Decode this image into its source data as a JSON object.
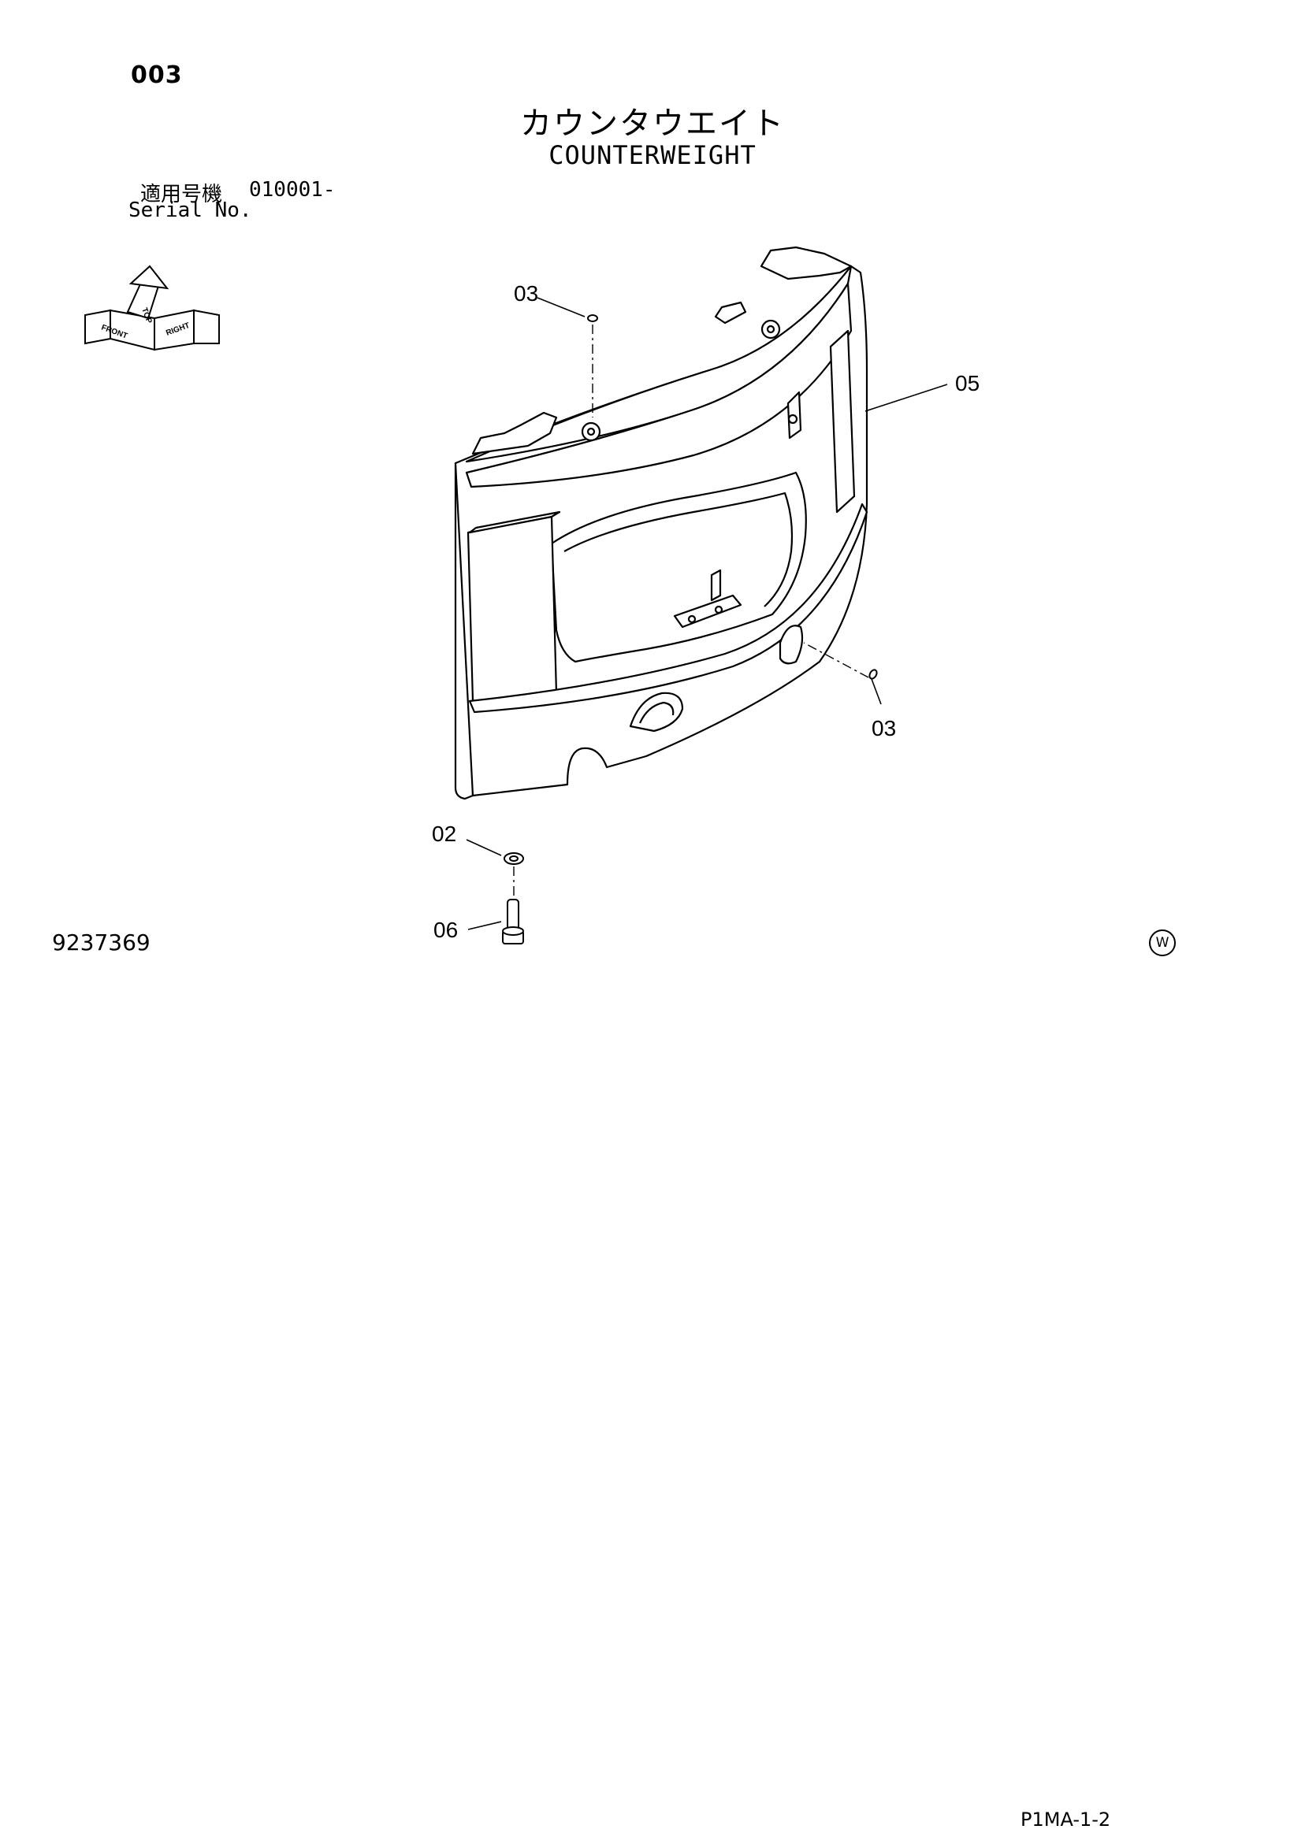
{
  "header": {
    "page_number": "003",
    "title_jp": "カウンタウエイト",
    "title_en": "COUNTERWEIGHT",
    "serial_label_jp": "適用号機",
    "serial_label_en": "Serial No.",
    "serial_value": "010001-"
  },
  "orientation_icon": {
    "labels": [
      "TOP",
      "FRONT",
      "RIGHT"
    ]
  },
  "callouts": [
    {
      "id": "callout-03-top",
      "label": "03"
    },
    {
      "id": "callout-05",
      "label": "05"
    },
    {
      "id": "callout-03-right",
      "label": "03"
    },
    {
      "id": "callout-02",
      "label": "02"
    },
    {
      "id": "callout-06",
      "label": "06"
    }
  ],
  "footer": {
    "drawing_number": "9237369",
    "w_mark": "W",
    "sheet_code": "P1MA-1-2"
  }
}
